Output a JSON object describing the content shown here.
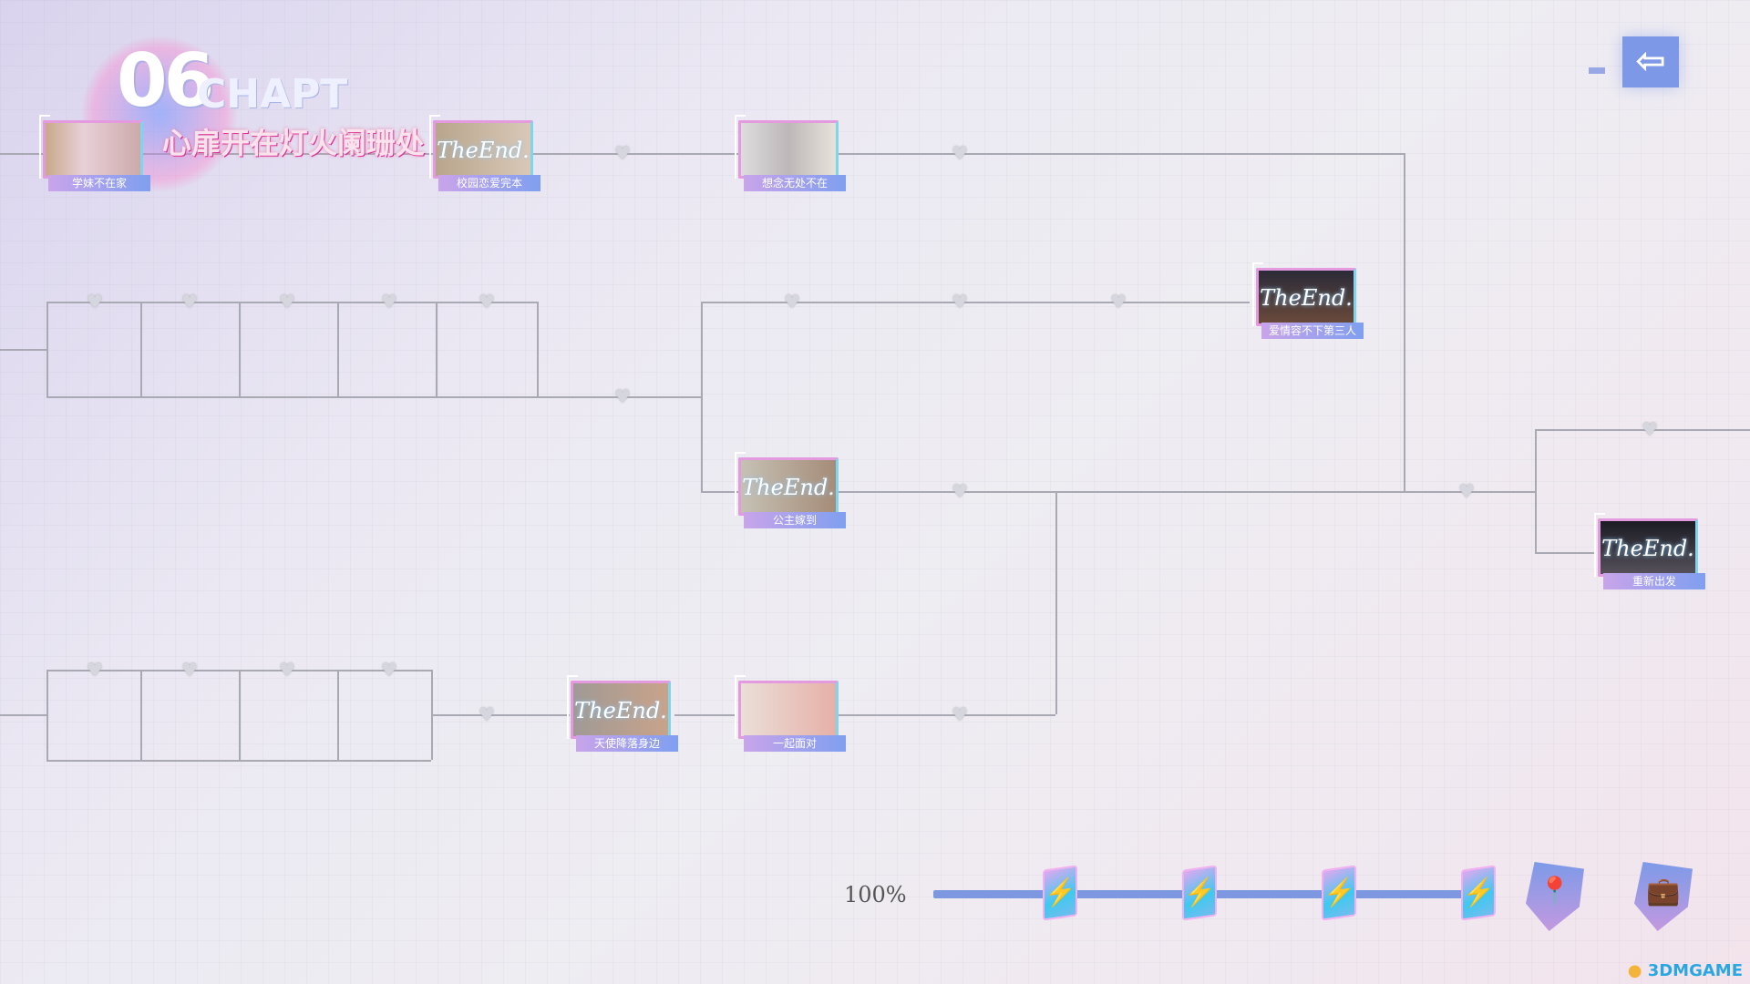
{
  "header": {
    "chapter_number": "06",
    "chapter_word": "CHAPT",
    "chapter_title": "心扉开在灯火阑珊处"
  },
  "back_button": {
    "icon": "arrow-left-icon"
  },
  "nodes": [
    {
      "label": "学妹不在家",
      "ended": false,
      "end_text": ""
    },
    {
      "label": "校园恋爱完本",
      "ended": true,
      "end_text": "TheEnd."
    },
    {
      "label": "想念无处不在",
      "ended": false,
      "end_text": ""
    },
    {
      "label": "爱情容不下第三人",
      "ended": true,
      "end_text": "TheEnd."
    },
    {
      "label": "公主嫁到",
      "ended": true,
      "end_text": "TheEnd."
    },
    {
      "label": "重新出发",
      "ended": true,
      "end_text": "TheEnd."
    },
    {
      "label": "天使降落身边",
      "ended": true,
      "end_text": "TheEnd."
    },
    {
      "label": "一起面对",
      "ended": false,
      "end_text": ""
    }
  ],
  "progress": {
    "percent_label": "100%",
    "value": 100,
    "rewards": [
      "battery-icon",
      "battery-icon",
      "battery-icon",
      "battery-icon"
    ],
    "accent": "#7d98e0"
  },
  "toolbar": {
    "locate_icon": "map-pin-icon",
    "bag_icon": "briefcase-icon"
  },
  "watermark": {
    "text": "3DMGAME"
  }
}
